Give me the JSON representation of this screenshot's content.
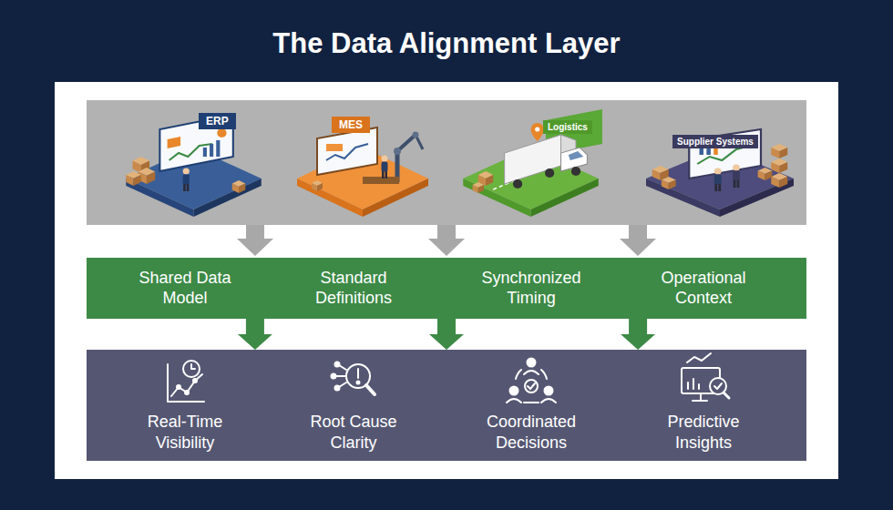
{
  "diagram": {
    "title": "The Data Alignment Layer",
    "nodes": [
      {
        "text": [
          "ERP"
        ]
      },
      {
        "text": [
          "MES"
        ]
      },
      {
        "text": [
          "Logistics"
        ]
      },
      {
        "text": [
          "Supplier Systems"
        ]
      },
      {
        "text": [
          "Shared Data Model",
          "Standard Definitions",
          "Synchronized Timing",
          "Operational Context"
        ]
      },
      {
        "text": [
          "Real-Time Visibility",
          "Root Cause Clarity",
          "Coordinated Decisions",
          "Predictive Insights"
        ]
      }
    ],
    "edges": [
      {
        "from": 4,
        "to": 5,
        "arrow": "to"
      },
      {
        "from": 4,
        "to": 5,
        "arrow": "to"
      },
      {
        "from": 4,
        "to": 5,
        "arrow": "to"
      }
    ]
  }
}
